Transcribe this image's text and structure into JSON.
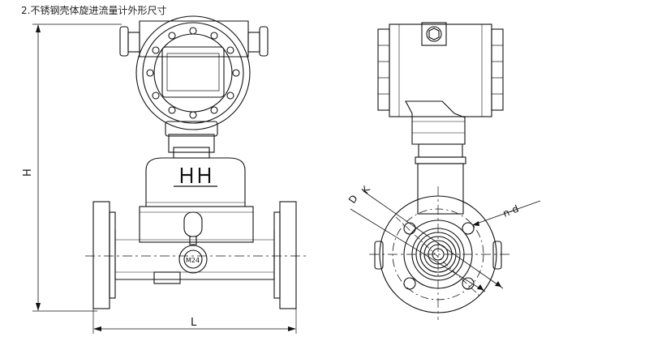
{
  "caption": "2.不锈钢壳体旋进流量计外形尺寸",
  "labels": {
    "height": "H",
    "length": "L",
    "bolt_holes": "n-d",
    "circle_d": "D",
    "circle_k": "K",
    "nameplate": "M24"
  },
  "colors": {
    "line": "#111111",
    "background": "#ffffff"
  }
}
